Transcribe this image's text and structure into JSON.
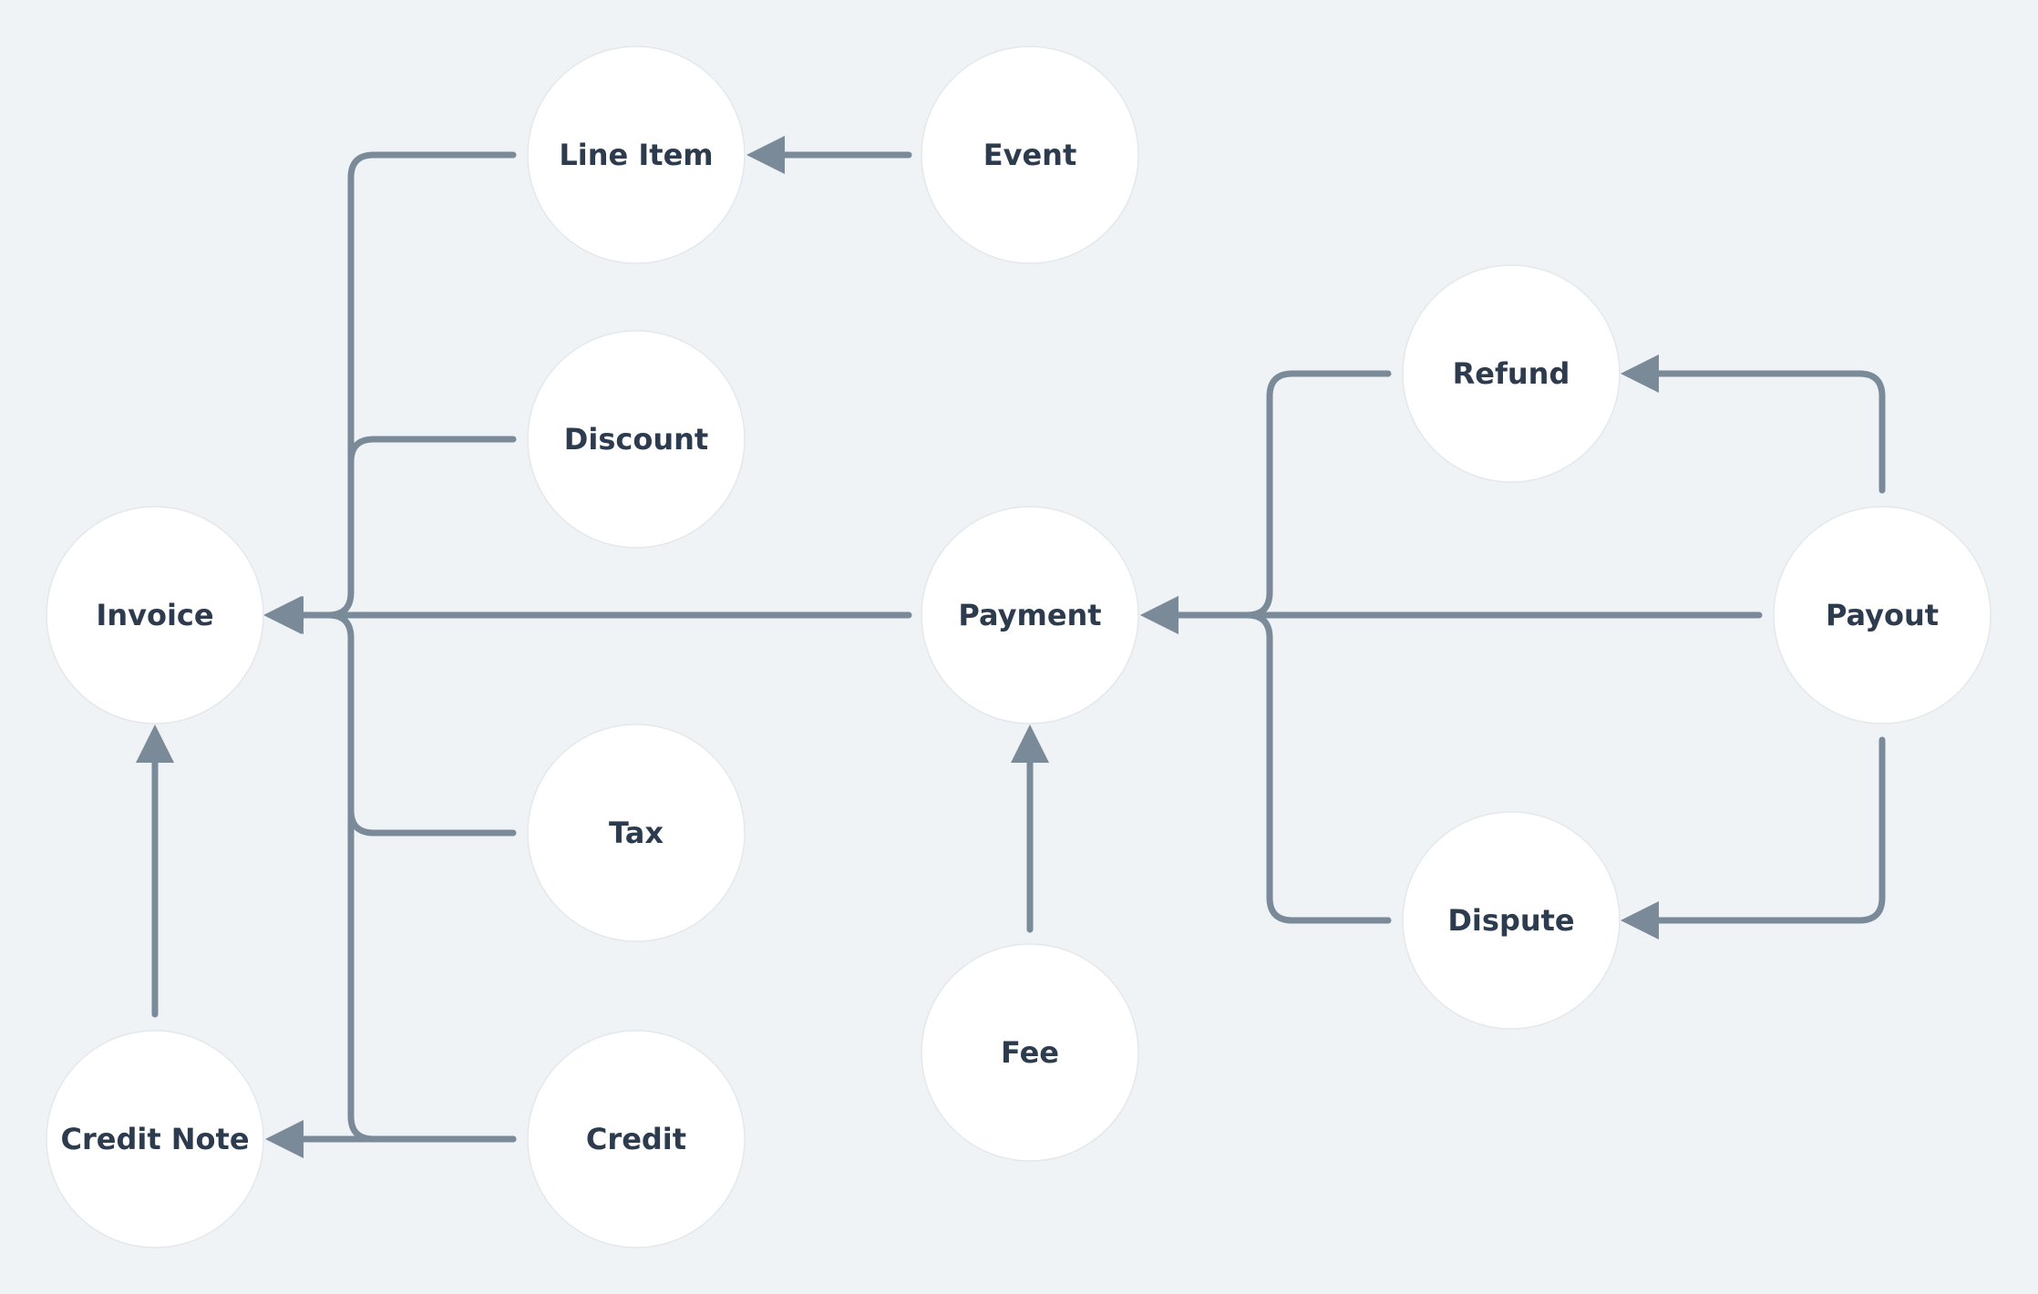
{
  "diagram": {
    "colors": {
      "background": "#eff3f6",
      "node_fill": "#ffffff",
      "node_text": "#2d3b4e",
      "edge": "#7a8a99"
    },
    "nodes": [
      {
        "id": "invoice",
        "label": "Invoice"
      },
      {
        "id": "line_item",
        "label": "Line Item"
      },
      {
        "id": "event",
        "label": "Event"
      },
      {
        "id": "discount",
        "label": "Discount"
      },
      {
        "id": "tax",
        "label": "Tax"
      },
      {
        "id": "credit",
        "label": "Credit"
      },
      {
        "id": "credit_note",
        "label": "Credit Note"
      },
      {
        "id": "payment",
        "label": "Payment"
      },
      {
        "id": "fee",
        "label": "Fee"
      },
      {
        "id": "refund",
        "label": "Refund"
      },
      {
        "id": "dispute",
        "label": "Dispute"
      },
      {
        "id": "payout",
        "label": "Payout"
      }
    ],
    "edges": [
      {
        "from": "event",
        "to": "line_item"
      },
      {
        "from": "line_item",
        "to": "invoice"
      },
      {
        "from": "discount",
        "to": "invoice"
      },
      {
        "from": "tax",
        "to": "invoice"
      },
      {
        "from": "credit",
        "to": "invoice"
      },
      {
        "from": "credit",
        "to": "credit_note"
      },
      {
        "from": "credit_note",
        "to": "invoice"
      },
      {
        "from": "payment",
        "to": "invoice"
      },
      {
        "from": "fee",
        "to": "payment"
      },
      {
        "from": "refund",
        "to": "payment"
      },
      {
        "from": "dispute",
        "to": "payment"
      },
      {
        "from": "payout",
        "to": "payment"
      },
      {
        "from": "payout",
        "to": "refund"
      },
      {
        "from": "payout",
        "to": "dispute"
      }
    ]
  }
}
